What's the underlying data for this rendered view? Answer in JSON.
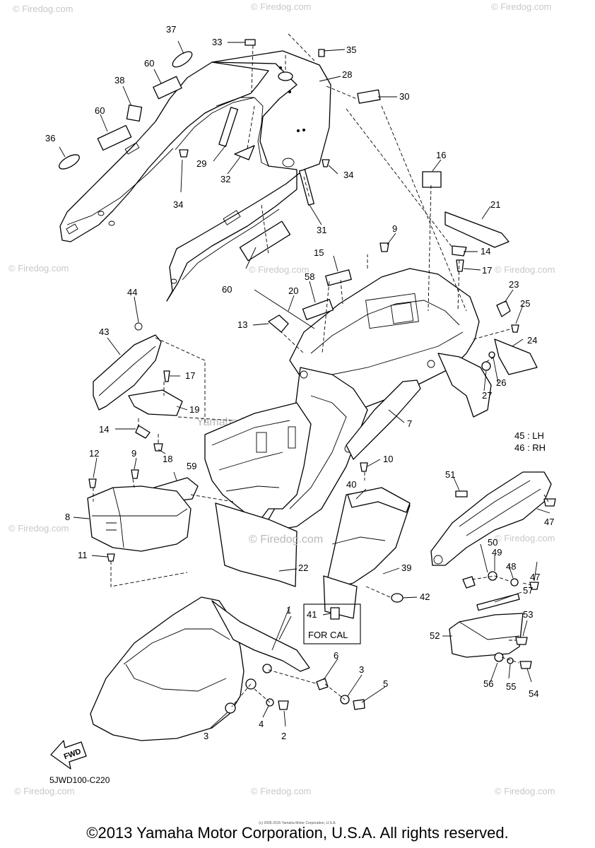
{
  "watermark": {
    "site": "© Firedog.com",
    "center": "© Firedog.com",
    "overlay": "Yamaha Motor Corp. U.S.A."
  },
  "callouts": {
    "c1": "1",
    "c2": "2",
    "c3a": "3",
    "c3b": "3",
    "c4": "4",
    "c5": "5",
    "c6": "6",
    "c7": "7",
    "c8": "8",
    "c9a": "9",
    "c9b": "9",
    "c10": "10",
    "c11": "11",
    "c12": "12",
    "c13": "13",
    "c14a": "14",
    "c14b": "14",
    "c15": "15",
    "c16": "16",
    "c17a": "17",
    "c17b": "17",
    "c18": "18",
    "c19": "19",
    "c20": "20",
    "c21": "21",
    "c22": "22",
    "c23": "23",
    "c24": "24",
    "c25": "25",
    "c26": "26",
    "c27": "27",
    "c28": "28",
    "c29": "29",
    "c30": "30",
    "c31": "31",
    "c32": "32",
    "c33": "33",
    "c34a": "34",
    "c34b": "34",
    "c35": "35",
    "c36": "36",
    "c37": "37",
    "c38": "38",
    "c39": "39",
    "c40": "40",
    "c41": "41",
    "c42": "42",
    "c43": "43",
    "c44": "44",
    "c45": "45 : LH",
    "c46": "46 : RH",
    "c47a": "47",
    "c47b": "47",
    "c48": "48",
    "c49": "49",
    "c50": "50",
    "c51": "51",
    "c52": "52",
    "c53": "53",
    "c54": "54",
    "c55": "55",
    "c56": "56",
    "c57": "57",
    "c58": "58",
    "c59": "59",
    "c60a": "60",
    "c60b": "60",
    "c60c": "60"
  },
  "cal_box": {
    "label": "FOR CAL"
  },
  "fwd_label": "FWD",
  "diagram_code": "5JWD100-C220",
  "copyright": "©2013 Yamaha Motor Corporation, U.S.A. All rights reserved.",
  "small_print": "(c) 2005-2015 Yamaha Motor Corporation, U.S.A."
}
